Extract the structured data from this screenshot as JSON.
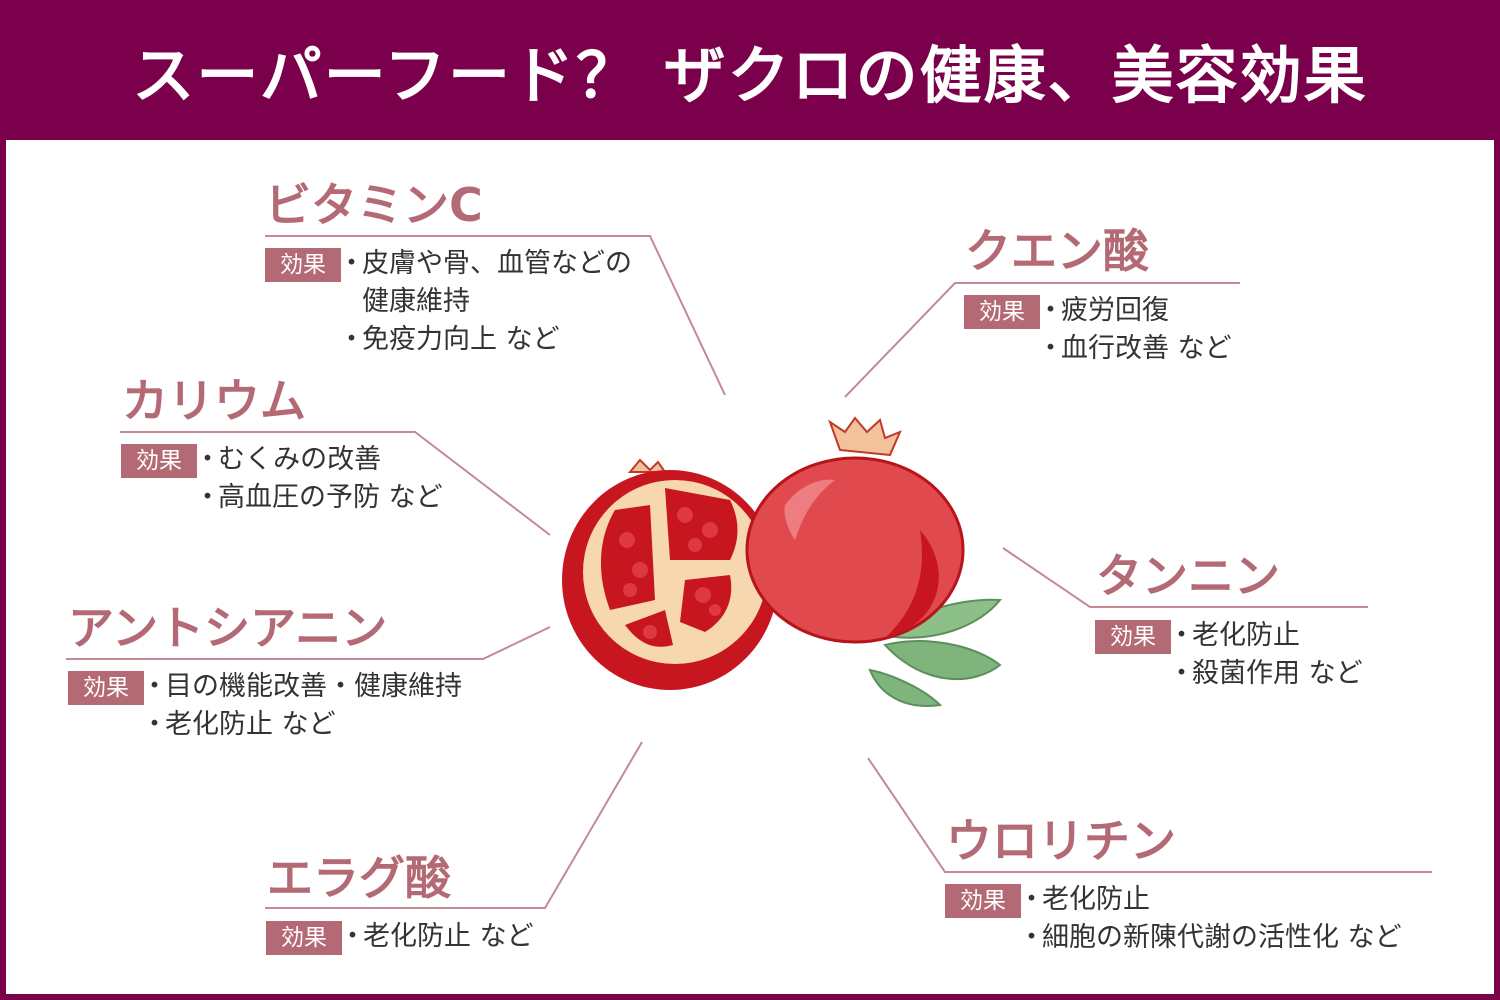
{
  "title": "スーパーフード？ ザクロの健康、美容効果",
  "badge_label": "効果",
  "colors": {
    "background": "#7a004b",
    "accent": "#b46a74",
    "fruit_red": "#d9383c",
    "leaf_green": "#7fb57c"
  },
  "nutrients": [
    {
      "id": "vitamin-c",
      "name": "ビタミンC",
      "effects": [
        "皮膚や骨、血管などの",
        "健康維持",
        "免疫力向上 など"
      ]
    },
    {
      "id": "potassium",
      "name": "カリウム",
      "effects": [
        "むくみの改善",
        "高血圧の予防 など"
      ]
    },
    {
      "id": "anthocyanin",
      "name": "アントシアニン",
      "effects": [
        "目の機能改善・健康維持",
        "老化防止 など"
      ]
    },
    {
      "id": "ellagic-acid",
      "name": "エラグ酸",
      "effects": [
        "老化防止 など"
      ]
    },
    {
      "id": "citric-acid",
      "name": "クエン酸",
      "effects": [
        "疲労回復",
        "血行改善 など"
      ]
    },
    {
      "id": "tannin",
      "name": "タンニン",
      "effects": [
        "老化防止",
        "殺菌作用 など"
      ]
    },
    {
      "id": "urolithin",
      "name": "ウロリチン",
      "effects": [
        "老化防止",
        "細胞の新陳代謝の活性化 など"
      ]
    }
  ]
}
